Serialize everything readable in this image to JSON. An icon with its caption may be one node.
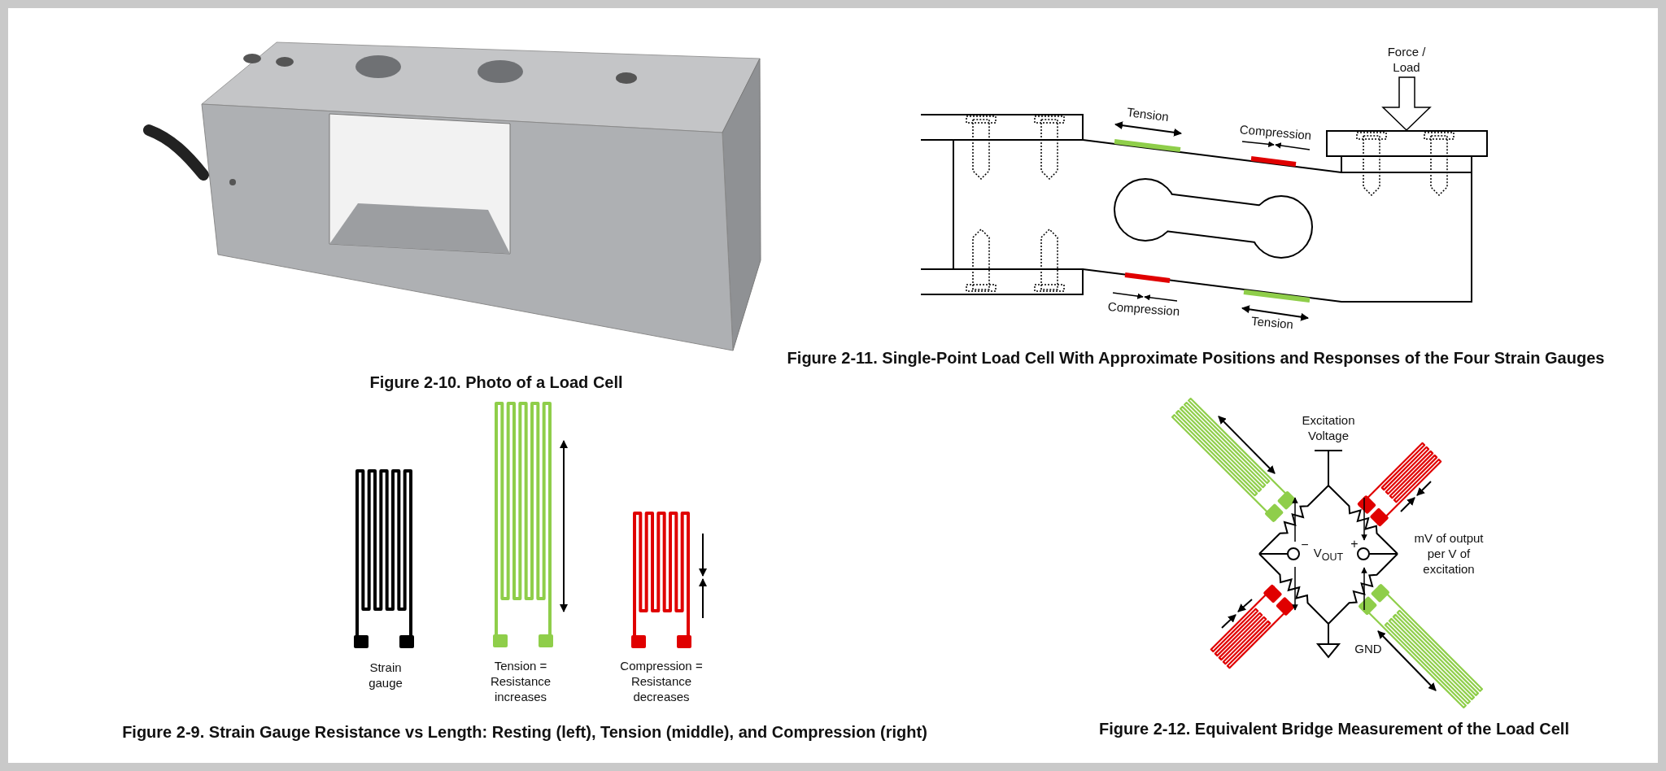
{
  "diagram": {
    "labels": [
      "Figure 2-10. Photo of a Load Cell",
      "Force / Load",
      "Tension",
      "Compression",
      "Compression",
      "Tension",
      "Figure 2-11. Single-Point Load Cell With Approximate Positions and Responses of the Four Strain Gauges",
      "Excitation Voltage",
      "−",
      "+",
      "V$_{OUT}$",
      "mV of output per V of excitation",
      "GND",
      "Strain gauge",
      "Tension = Resistance increases",
      "Compression = Resistance decreases",
      "Figure 2-9. Strain Gauge Resistance vs Length: Resting (left), Tension (middle), and Compression (right)",
      "Figure 2-12. Equivalent Bridge Measurement of the Load Cell"
    ]
  }
}
